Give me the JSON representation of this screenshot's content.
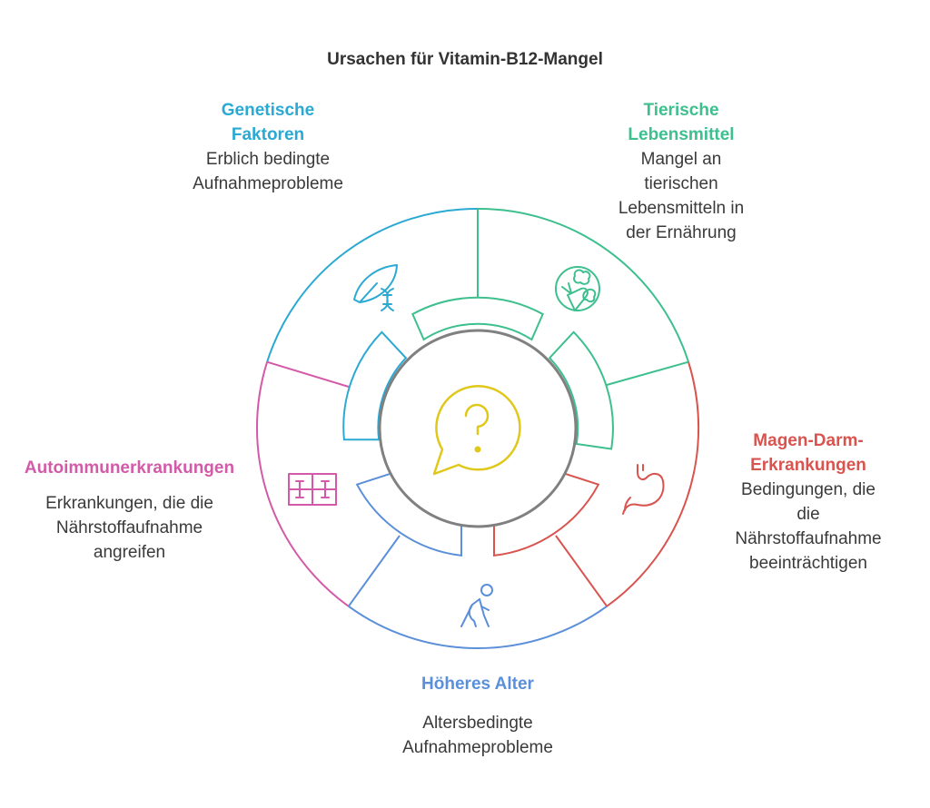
{
  "title": "Ursachen für Vitamin-B12-Mangel",
  "center_icon": "question-speech-bubble-icon",
  "colors": {
    "genetic": "#2aa9d2",
    "animal": "#3dbf8e",
    "gi": "#d9534f",
    "age": "#5b8fd9",
    "autoimmune": "#d35aa8",
    "center": "#e0c81a",
    "core": "#808080"
  },
  "segments": {
    "genetic": {
      "title_lines": [
        "Genetische",
        "Faktoren"
      ],
      "desc_lines": [
        "Erblich bedingte",
        "Aufnahmeprobleme"
      ],
      "icon": "dna-leaf-icon"
    },
    "animal": {
      "title_lines": [
        "Tierische",
        "Lebensmittel"
      ],
      "desc_lines": [
        "Mangel an",
        "tierischen",
        "Lebensmitteln in",
        "der Ernährung"
      ],
      "icon": "vegetables-icon"
    },
    "gi": {
      "title_lines": [
        "Magen-Darm-",
        "Erkrankungen"
      ],
      "desc_lines": [
        "Bedingungen, die",
        "die",
        "Nährstoffaufnahme",
        "beeinträchtigen"
      ],
      "icon": "stomach-icon"
    },
    "age": {
      "title_lines": [
        "Höheres Alter"
      ],
      "desc_lines": [
        "Altersbedingte",
        "Aufnahmeprobleme"
      ],
      "icon": "elderly-person-icon"
    },
    "autoimmune": {
      "title_lines": [
        "Autoimmunerkrankungen"
      ],
      "desc_lines": [
        "Erkrankungen, die die",
        "Nährstoffaufnahme",
        "angreifen"
      ],
      "icon": "cell-scan-icon"
    }
  }
}
